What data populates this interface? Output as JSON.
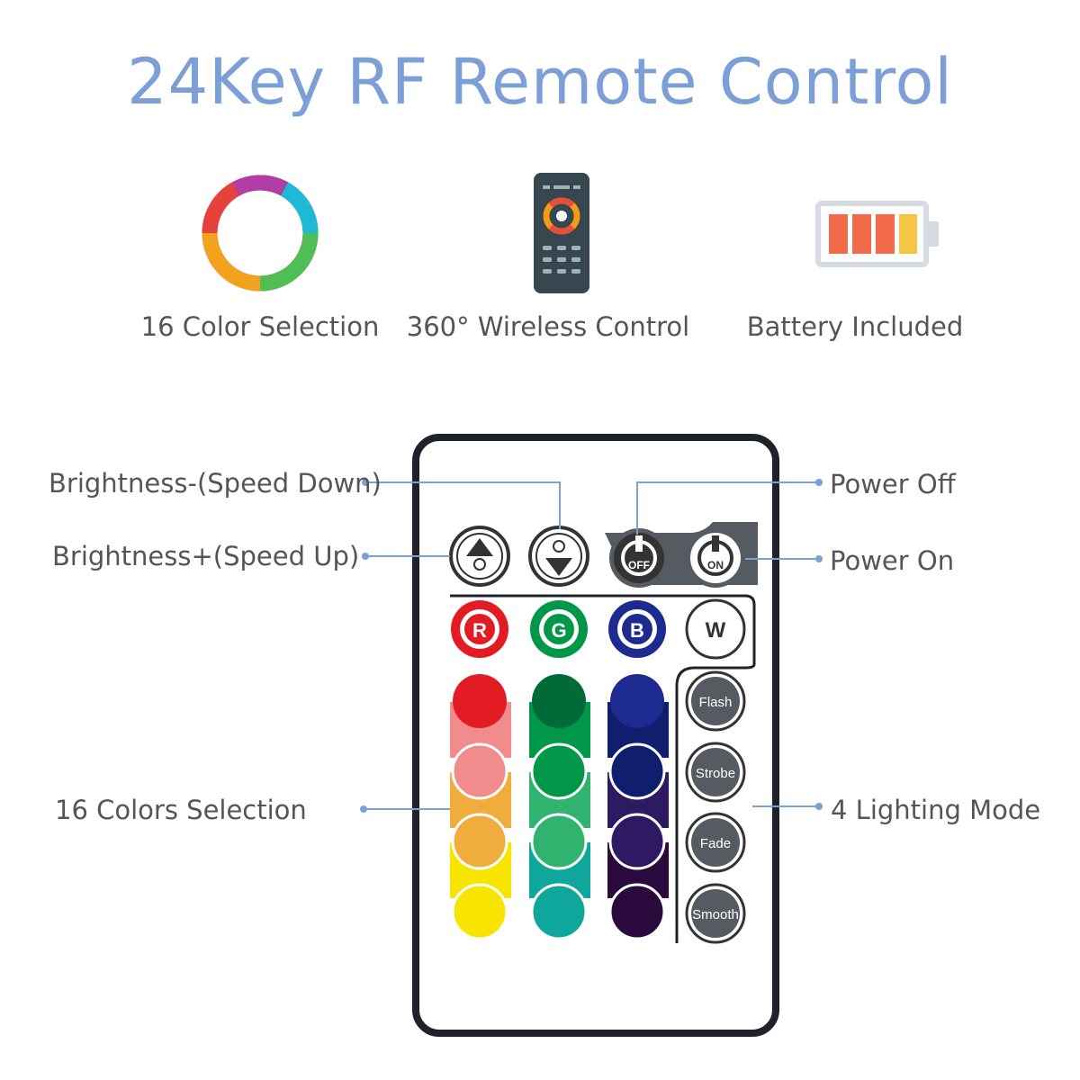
{
  "title": "24Key RF Remote Control",
  "features": [
    {
      "label": "16 Color Selection",
      "icon": "color-ring-icon"
    },
    {
      "label": "360° Wireless Control",
      "icon": "remote-icon"
    },
    {
      "label": "Battery Included",
      "icon": "battery-icon"
    }
  ],
  "callouts": {
    "brightness_down": "Brightness-(Speed Down)",
    "brightness_up": "Brightness+(Speed Up)",
    "power_off": "Power Off",
    "power_on": "Power On",
    "colors": "16 Colors Selection",
    "modes": "4 Lighting Mode"
  },
  "remote": {
    "rgbw": [
      "R",
      "G",
      "B",
      "W"
    ],
    "power": [
      "OFF",
      "ON"
    ],
    "modes": [
      "Flash",
      "Strobe",
      "Fade",
      "Smooth"
    ],
    "colors": {
      "red": [
        "#e31b23",
        "#f28b8b",
        "#f0ac3c",
        "#f7e500"
      ],
      "green": [
        "#006b38",
        "#009848",
        "#2fb36f",
        "#0fa79c"
      ],
      "blue": [
        "#1d2a8f",
        "#0f1f6e",
        "#2d1a63",
        "#2a0a3d"
      ]
    }
  },
  "colors": {
    "title": "#7b9fd6",
    "text": "#555555",
    "line": "#7b9fd6",
    "dark": "#1f2329"
  }
}
